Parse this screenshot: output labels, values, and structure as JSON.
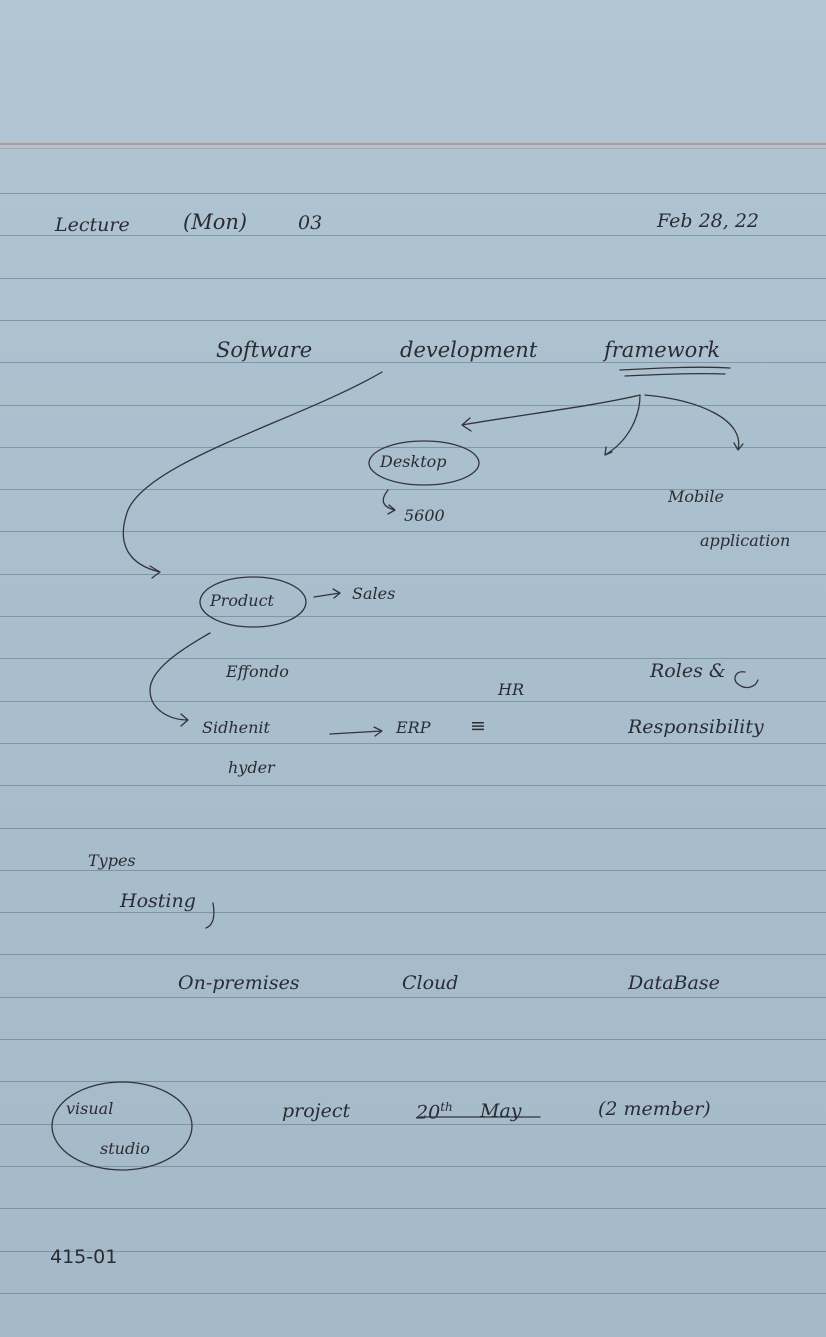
{
  "header": {
    "lecture": "Lecture",
    "day": "(Mon)",
    "number": "03",
    "date": "Feb 28, 22"
  },
  "main": {
    "title_software": "Software",
    "title_development": "development",
    "title_framework": "framework",
    "desktop": "Desktop",
    "desktop_sub": "5600",
    "mobile": "Mobile",
    "mobile_app": "application",
    "product": "Product",
    "sales": "Sales",
    "person_1": "Effondo",
    "person_2": "Sidhenit",
    "person_2b": "hyder",
    "erp": "ERP",
    "equiv": "≡",
    "hr": "HR",
    "roles": "Roles &",
    "responsibility": "Responsibility"
  },
  "hosting": {
    "types": "Types",
    "heading": "Hosting",
    "on_premises": "On-premises",
    "cloud": "Cloud",
    "database": "DataBase"
  },
  "footer": {
    "visual": "visual",
    "studio": "studio",
    "project": "project",
    "date_num": "20",
    "date_sup": "th",
    "month": "May",
    "members": "(2 member)",
    "room": "415-01"
  }
}
